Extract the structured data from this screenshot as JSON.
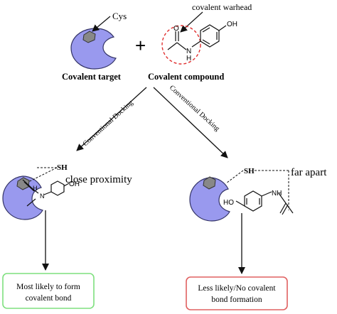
{
  "top": {
    "cys_label": "Cys",
    "warhead_label": "covalent warhead",
    "plus": "+",
    "target_caption": "Covalent target",
    "compound_caption": "Covalent compound"
  },
  "arrows": {
    "left_label": "Conventional Docking",
    "right_label": "Conventional Docking"
  },
  "left": {
    "sh": "SH",
    "note": "close proximity",
    "nh": "H",
    "n": "N",
    "oh": "OH",
    "result": [
      "Most likely to form",
      "covalent bond"
    ],
    "result_border": "#7ee07e"
  },
  "right": {
    "sh": "SH",
    "note": "far apart",
    "nh": "NH",
    "ho": "HO",
    "result": [
      "Less likely/No covalent",
      "bond formation"
    ],
    "result_border": "#e06060"
  },
  "compound": {
    "o": "O",
    "n": "N",
    "h": "H",
    "oh": "OH"
  },
  "colors": {
    "protein_fill": "#9999ee",
    "protein_stroke": "#333366",
    "warhead_circle": "#e03030"
  }
}
